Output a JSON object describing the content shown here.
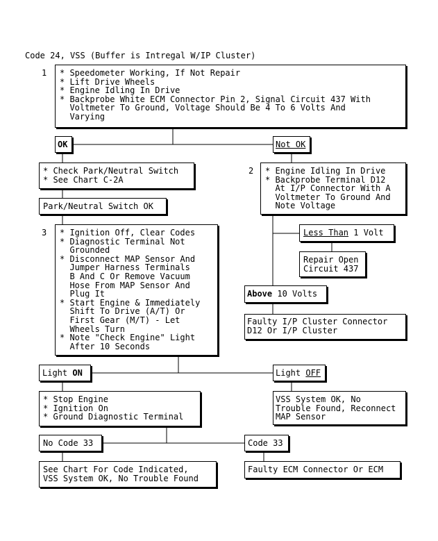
{
  "title": "Code 24, VSS (Buffer is Intregal W/IP Cluster)",
  "step1": {
    "num": "1",
    "lines": [
      "* Speedometer Working, If Not Repair",
      "* Lift Drive Wheels",
      "* Engine Idling In Drive",
      "* Backprobe White ECM Connector Pin 2, Signal Circuit 437 With",
      "  Voltmeter To Ground, Voltage Should Be 4 To 6 Volts And",
      "  Varying"
    ]
  },
  "ok": "OK",
  "not_ok": "Not OK",
  "check_box": {
    "lines": [
      "* Check Park/Neutral Switch",
      "* See Chart C-2A"
    ]
  },
  "pn_ok": "Park/Neutral Switch OK",
  "step2": {
    "num": "2",
    "lines": [
      "* Engine Idling In Drive",
      "* Backprobe Terminal D12",
      "  At I/P Connector With A",
      "  Voltmeter To Ground And",
      "  Note Voltage"
    ]
  },
  "less_than": {
    "pre": "Less Than",
    "post": " 1 Volt"
  },
  "repair": {
    "lines": [
      "Repair Open",
      "Circuit 437"
    ]
  },
  "above": {
    "pre": "Above",
    "post": " 10 Volts"
  },
  "faulty_ip": {
    "lines": [
      "Faulty I/P Cluster Connector",
      "D12 Or I/P Cluster"
    ]
  },
  "step3": {
    "num": "3",
    "lines": [
      "* Ignition Off, Clear Codes",
      "* Diagnostic Terminal Not",
      "  Grounded",
      "* Disconnect MAP Sensor And",
      "  Jumper Harness Terminals",
      "  B And C Or Remove Vacuum",
      "  Hose From MAP Sensor And",
      "  Plug It",
      "* Start Engine & Immediately",
      "  Shift To Drive (A/T) Or",
      "  First Gear (M/T) - Let",
      "  Wheels Turn",
      "* Note \"Check Engine\" Light",
      "  After 10 Seconds"
    ]
  },
  "light_on": {
    "pre": "Light ",
    "post": "ON"
  },
  "light_off": {
    "pre": "Light ",
    "post": "OFF"
  },
  "stop_box": {
    "lines": [
      "* Stop Engine",
      "* Ignition On",
      "* Ground Diagnostic Terminal"
    ]
  },
  "vss_ok": {
    "lines": [
      "VSS System OK, No",
      "Trouble Found, Reconnect",
      "MAP Sensor"
    ]
  },
  "no_code": "No Code 33",
  "code33": "Code 33",
  "see_chart": {
    "lines": [
      "See Chart For Code Indicated,",
      "VSS System OK, No Trouble Found"
    ]
  },
  "faulty_ecm": "Faulty ECM Connector Or ECM"
}
